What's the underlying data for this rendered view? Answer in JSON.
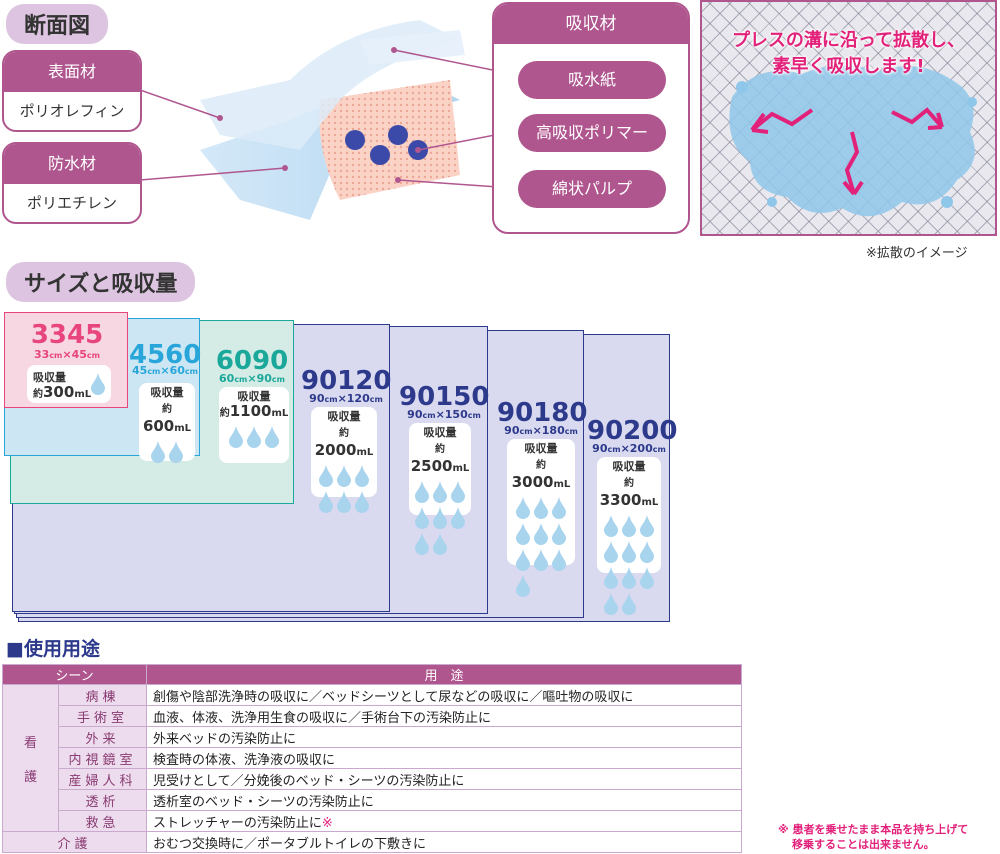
{
  "cross_section": {
    "heading": "断面図",
    "surface": {
      "title": "表面材",
      "material": "ポリオレフィン"
    },
    "waterproof": {
      "title": "防水材",
      "material": "ポリエチレン"
    },
    "absorber": {
      "title": "吸収材",
      "items": [
        "吸水紙",
        "高吸収ポリマー",
        "綿状パルプ"
      ]
    }
  },
  "diffusion": {
    "line1": "プレスの溝に沿って拡散し、",
    "line2": "素早く吸収します!",
    "caption": "※拡散のイメージ"
  },
  "sizes": {
    "heading": "サイズと吸収量",
    "volume_label": "吸収量",
    "about": "約",
    "unit": "mL",
    "cm": "cm",
    "items": [
      {
        "name": "3345",
        "w": "33",
        "h": "45",
        "volume": "300",
        "drops": 1,
        "color": "#e8457e"
      },
      {
        "name": "4560",
        "w": "45",
        "h": "60",
        "volume": "600",
        "drops": 2,
        "color": "#29a6d9"
      },
      {
        "name": "6090",
        "w": "60",
        "h": "90",
        "volume": "1100",
        "drops": 3,
        "color": "#1aa89a"
      },
      {
        "name": "90120",
        "w": "90",
        "h": "120",
        "volume": "2000",
        "drops": 6,
        "color": "#2d3a8c"
      },
      {
        "name": "90150",
        "w": "90",
        "h": "150",
        "volume": "2500",
        "drops": 8,
        "color": "#2d3a8c"
      },
      {
        "name": "90180",
        "w": "90",
        "h": "180",
        "volume": "3000",
        "drops": 10,
        "color": "#2d3a8c"
      },
      {
        "name": "90200",
        "w": "90",
        "h": "200",
        "volume": "3300",
        "drops": 11,
        "color": "#2d3a8c"
      }
    ]
  },
  "usage": {
    "title": "■使用用途",
    "col_scene": "シーン",
    "col_use": "用　途",
    "group_nursing": "看護",
    "rows": [
      {
        "scene": "病棟",
        "use": "創傷や陰部洗浄時の吸収に／ベッドシーツとして尿などの吸収に／嘔吐物の吸収に"
      },
      {
        "scene": "手術室",
        "use": "血液、体液、洗浄用生食の吸収に／手術台下の汚染防止に"
      },
      {
        "scene": "外来",
        "use": "外来ベッドの汚染防止に"
      },
      {
        "scene": "内視鏡室",
        "use": "検査時の体液、洗浄液の吸収に"
      },
      {
        "scene": "産婦人科",
        "use": "児受けとして／分娩後のベッド・シーツの汚染防止に"
      },
      {
        "scene": "透析",
        "use": "透析室のベッド・シーツの汚染防止に"
      },
      {
        "scene": "救急",
        "use": "ストレッチャーの汚染防止に",
        "mark": "※"
      }
    ],
    "care": {
      "scene": "介護",
      "use": "おむつ交換時に／ポータブルトイレの下敷きに"
    },
    "note_line1": "※ 患者を乗せたまま本品を持ち上げて",
    "note_line2": "移乗することは出来ません。"
  },
  "colors": {
    "accent": "#b0568f",
    "accent_light": "#ddc4e1",
    "navy": "#2d3a8c",
    "pink": "#e2217a"
  }
}
